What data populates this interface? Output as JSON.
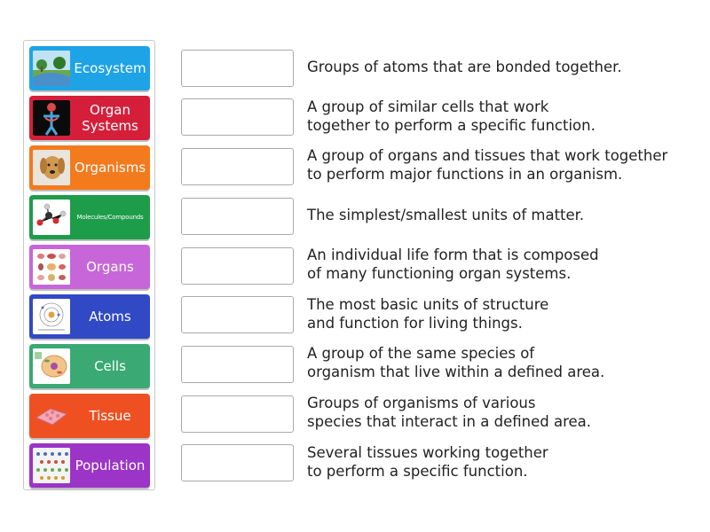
{
  "tiles": [
    {
      "label": "Ecosystem",
      "color": "#1ea3e6",
      "icon": "ecosystem-image"
    },
    {
      "label": "Organ\nSystems",
      "color": "#d51f3a",
      "icon": "organ-systems-image"
    },
    {
      "label": "Organisms",
      "color": "#f47a1e",
      "icon": "organisms-dog-image"
    },
    {
      "label": "Molecules/Compounds",
      "color": "#1d9c4a",
      "icon": "molecules-image"
    },
    {
      "label": "Organs",
      "color": "#c766d9",
      "icon": "organs-image"
    },
    {
      "label": "Atoms",
      "color": "#3149c4",
      "icon": "atoms-image"
    },
    {
      "label": "Cells",
      "color": "#3aa974",
      "icon": "cells-image"
    },
    {
      "label": "Tissue",
      "color": "#ef5022",
      "icon": "tissue-image"
    },
    {
      "label": "Population",
      "color": "#9b34c7",
      "icon": "population-image"
    }
  ],
  "definitions": [
    "Groups of atoms that are bonded together.",
    "A group of similar cells that work\ntogether to perform a specific function.",
    "A group of organs and tissues that work together\nto perform major functions in an organism.",
    "The simplest/smallest units of matter.",
    "An individual life form that is composed\nof many functioning organ systems.",
    "The most basic units of structure\nand function for living things.",
    "A group of the same species of\norganism that live within a defined area.",
    "Groups of organisms of various\nspecies that interact in a defined area.",
    "Several tissues working together\nto perform a specific function."
  ]
}
